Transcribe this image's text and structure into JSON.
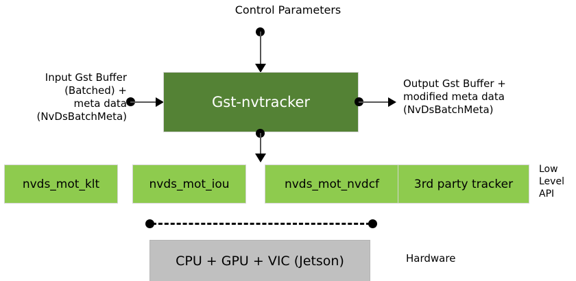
{
  "diagram": {
    "title": "Control Parameters",
    "labels": {
      "input": "Input Gst Buffer\n(Batched) +\nmeta data\n(NvDsBatchMeta)",
      "output": "Output Gst Buffer +\nmodified meta data\n(NvDsBatchMeta)",
      "low_level_api": "Low\nLevel\nAPI",
      "hardware": "Hardware"
    },
    "plugin_box": {
      "label": "Gst-nvtracker",
      "color": "#548235",
      "text_color": "#ffffff"
    },
    "low_level_boxes": [
      {
        "label": "nvds_mot_klt",
        "color": "#8ECB4E"
      },
      {
        "label": "nvds_mot_iou",
        "color": "#8ECB4E"
      },
      {
        "label": "nvds_mot_nvdcf",
        "color": "#8ECB4E"
      },
      {
        "label": "3rd party tracker",
        "color": "#8ECB4E"
      }
    ],
    "hardware_box": {
      "label": "CPU + GPU + VIC (Jetson)",
      "color": "#C0C0C0"
    },
    "connector_color": "#000000"
  }
}
